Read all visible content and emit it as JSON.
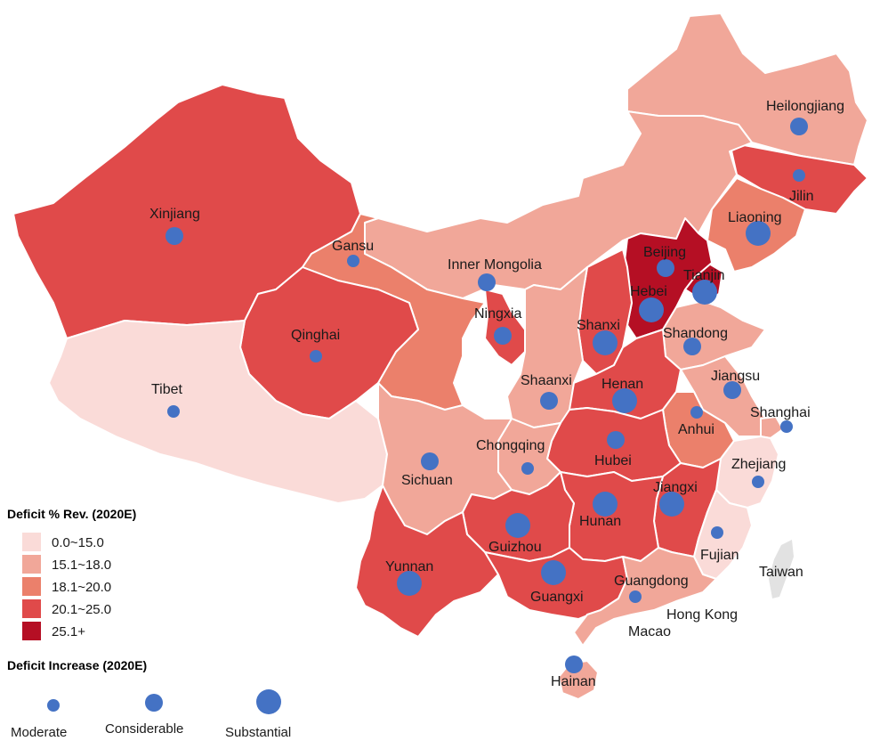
{
  "chart_data": {
    "type": "choropleth-bubble-map",
    "color_legend": {
      "title": "Deficit % Rev. (2020E)",
      "bins": [
        {
          "label": "0.0~15.0",
          "color": "#fadbd8"
        },
        {
          "label": "15.1~18.0",
          "color": "#f1a799"
        },
        {
          "label": "18.1~20.0",
          "color": "#eb806b"
        },
        {
          "label": "20.1~25.0",
          "color": "#e04a4a"
        },
        {
          "label": "25.1+",
          "color": "#b50f24"
        }
      ]
    },
    "bubble_legend": {
      "title": "Deficit Increase (2020E)",
      "levels": [
        {
          "label": "Moderate",
          "level": 1
        },
        {
          "label": "Considerable",
          "level": 2
        },
        {
          "label": "Substantial",
          "level": 3
        }
      ]
    },
    "provinces": [
      {
        "name": "Heilongjiang",
        "bin": 1,
        "increase": 2
      },
      {
        "name": "Jilin",
        "bin": 3,
        "increase": 1
      },
      {
        "name": "Liaoning",
        "bin": 2,
        "increase": 3
      },
      {
        "name": "Beijing",
        "bin": 4,
        "increase": 2
      },
      {
        "name": "Tianjin",
        "bin": 4,
        "increase": 3
      },
      {
        "name": "Hebei",
        "bin": 4,
        "increase": 3
      },
      {
        "name": "Shandong",
        "bin": 1,
        "increase": 2
      },
      {
        "name": "Inner Mongolia",
        "bin": 1,
        "increase": 2
      },
      {
        "name": "Xinjiang",
        "bin": 3,
        "increase": 2
      },
      {
        "name": "Gansu",
        "bin": 2,
        "increase": 1
      },
      {
        "name": "Qinghai",
        "bin": 3,
        "increase": 1
      },
      {
        "name": "Tibet",
        "bin": 0,
        "increase": 1
      },
      {
        "name": "Ningxia",
        "bin": 3,
        "increase": 2
      },
      {
        "name": "Shanxi",
        "bin": 3,
        "increase": 3
      },
      {
        "name": "Shaanxi",
        "bin": 1,
        "increase": 2
      },
      {
        "name": "Henan",
        "bin": 3,
        "increase": 3
      },
      {
        "name": "Jiangsu",
        "bin": 1,
        "increase": 2
      },
      {
        "name": "Anhui",
        "bin": 2,
        "increase": 1
      },
      {
        "name": "Shanghai",
        "bin": 1,
        "increase": 1
      },
      {
        "name": "Hubei",
        "bin": 3,
        "increase": 2
      },
      {
        "name": "Chongqing",
        "bin": 1,
        "increase": 1
      },
      {
        "name": "Sichuan",
        "bin": 1,
        "increase": 2
      },
      {
        "name": "Zhejiang",
        "bin": 0,
        "increase": 1
      },
      {
        "name": "Jiangxi",
        "bin": 3,
        "increase": 3
      },
      {
        "name": "Hunan",
        "bin": 3,
        "increase": 3
      },
      {
        "name": "Guizhou",
        "bin": 3,
        "increase": 3
      },
      {
        "name": "Yunnan",
        "bin": 3,
        "increase": 3
      },
      {
        "name": "Guangxi",
        "bin": 3,
        "increase": 3
      },
      {
        "name": "Fujian",
        "bin": 0,
        "increase": 1
      },
      {
        "name": "Guangdong",
        "bin": 1,
        "increase": 1
      },
      {
        "name": "Hainan",
        "bin": 1,
        "increase": 2
      }
    ],
    "other_labels": [
      "Taiwan",
      "Hong Kong",
      "Macao"
    ]
  }
}
